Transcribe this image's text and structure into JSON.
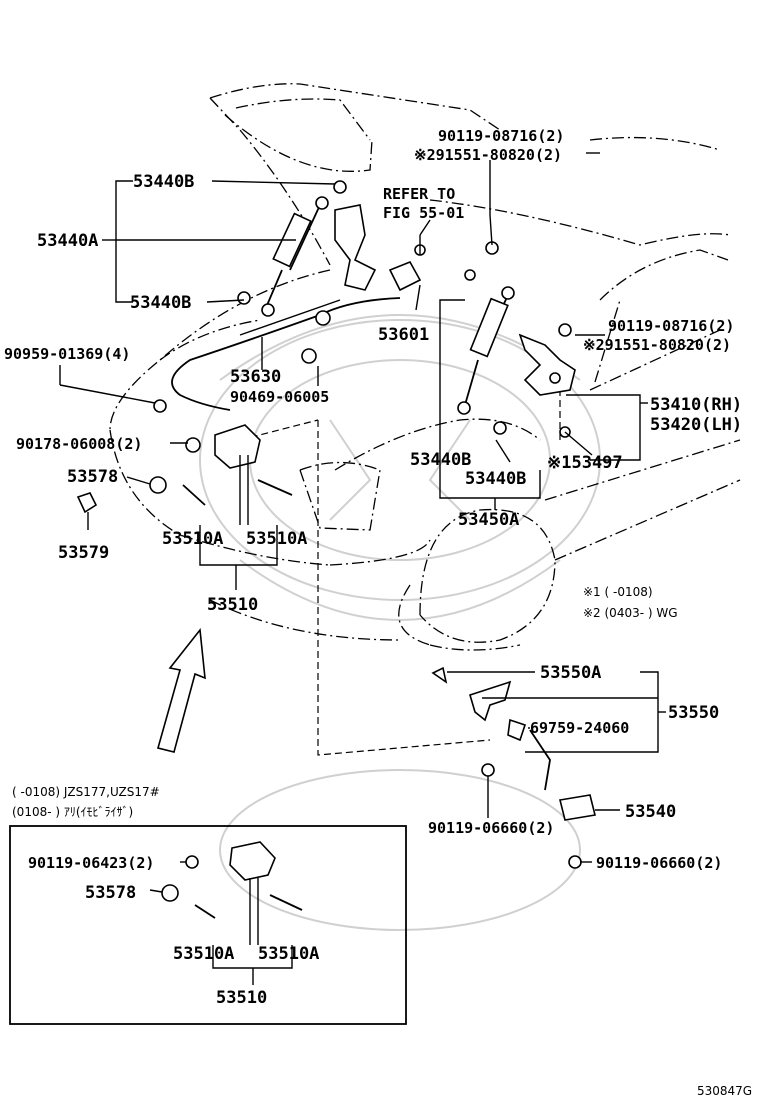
{
  "diagram_code": "530847G",
  "refer_note": [
    "REFER TO",
    "FIG 55-01"
  ],
  "callouts": {
    "hood_bolt_top_1": "90119-08716(2)",
    "hood_bolt_top_2": "※291551-80820(2)",
    "hood_bolt_right_1": "90119-08716(2)",
    "hood_bolt_right_2": "※291551-80820(2)",
    "support_upper_b": "53440B",
    "support_left_a": "53440A",
    "support_lower_b": "53440B",
    "clamp_left": "90959-01369(4)",
    "cable": "53630",
    "clip": "90469-06005",
    "striker": "53601",
    "hinge_rh": "53410(RH)",
    "hinge_lh": "53420(LH)",
    "stopper": "※153497",
    "support_right_b1": "53440B",
    "support_right_b2": "53440B",
    "support_set": "53450A",
    "lock_nut": "90178-06008(2)",
    "cushion": "53578",
    "cap": "53579",
    "spring_a1": "53510A",
    "spring_a2": "53510A",
    "lock_assy": "53510",
    "lever_a": "53550A",
    "lever_assy": "53550",
    "lever_bolt": "69759-24060",
    "lever_bolt_low": "90119-06660(2)",
    "bracket": "53540",
    "bracket_bolt": "90119-06660(2)"
  },
  "notes": {
    "n1": "※1 (      -0108)",
    "n2": "※2 (0403-       ) WG"
  },
  "inset": {
    "caption_1": "(       -0108) JZS177,UZS17#",
    "caption_2": "(0108-        ) ｱﾘ(ｲﾓﾋﾞﾗｲｻﾞ)",
    "bolt": "90119-06423(2)",
    "cushion": "53578",
    "spring_a1": "53510A",
    "spring_a2": "53510A",
    "lock_assy": "53510"
  }
}
